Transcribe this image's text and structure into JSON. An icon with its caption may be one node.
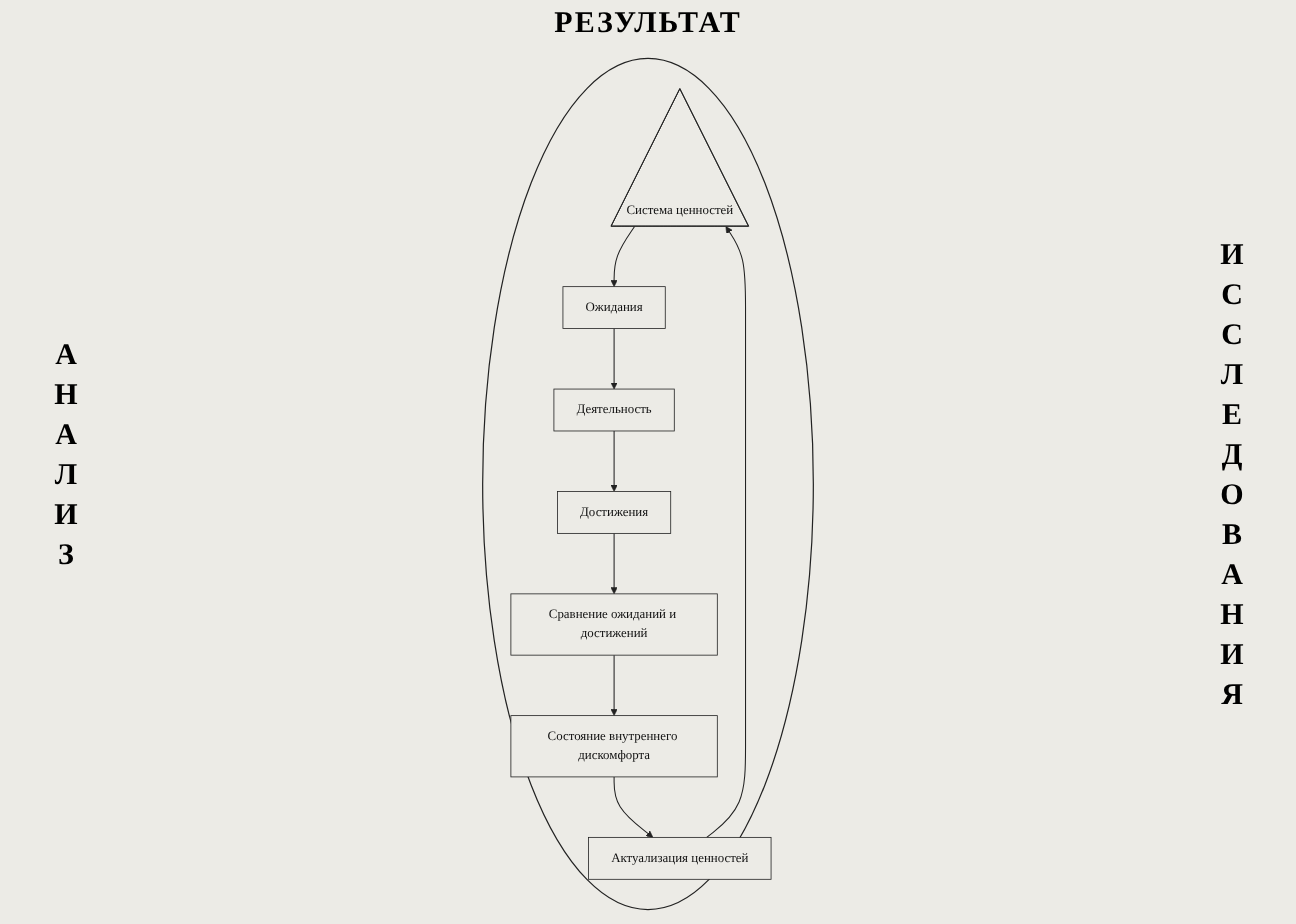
{
  "diagram": {
    "nodes": [
      {
        "text": [],
        "shape": "ellipse"
      },
      {
        "text": [
          "Система ценностей"
        ],
        "in": 0
      },
      {
        "text": [
          "Актуализация ценностей"
        ],
        "in": 0
      },
      {
        "text": [
          "Ожидания"
        ],
        "in": 0
      },
      {
        "text": [
          "Состояние внутреннего дискомфорта"
        ],
        "in": 0
      },
      {
        "text": [
          "Деятельность"
        ],
        "in": 0
      },
      {
        "text": [
          "Сравнение ожиданий и достижений"
        ],
        "in": 0
      },
      {
        "text": [
          "Достижения"
        ],
        "in": 0
      }
    ],
    "edges": [
      {
        "from": 1,
        "to": 3,
        "arrow": "to"
      },
      {
        "from": 3,
        "to": 5,
        "arrow": "to"
      },
      {
        "from": 5,
        "to": 7,
        "arrow": "to"
      },
      {
        "from": 7,
        "to": 6,
        "arrow": "to"
      },
      {
        "from": 6,
        "to": 4,
        "arrow": "to"
      },
      {
        "from": 4,
        "to": 2,
        "arrow": "to"
      },
      {
        "from": 2,
        "to": 1,
        "arrow": "to"
      }
    ],
    "labels": [
      "РЕЗУЛЬТАТ",
      "АНАЛИЗ",
      "ИССЛЕДОВАНИЯ"
    ]
  }
}
